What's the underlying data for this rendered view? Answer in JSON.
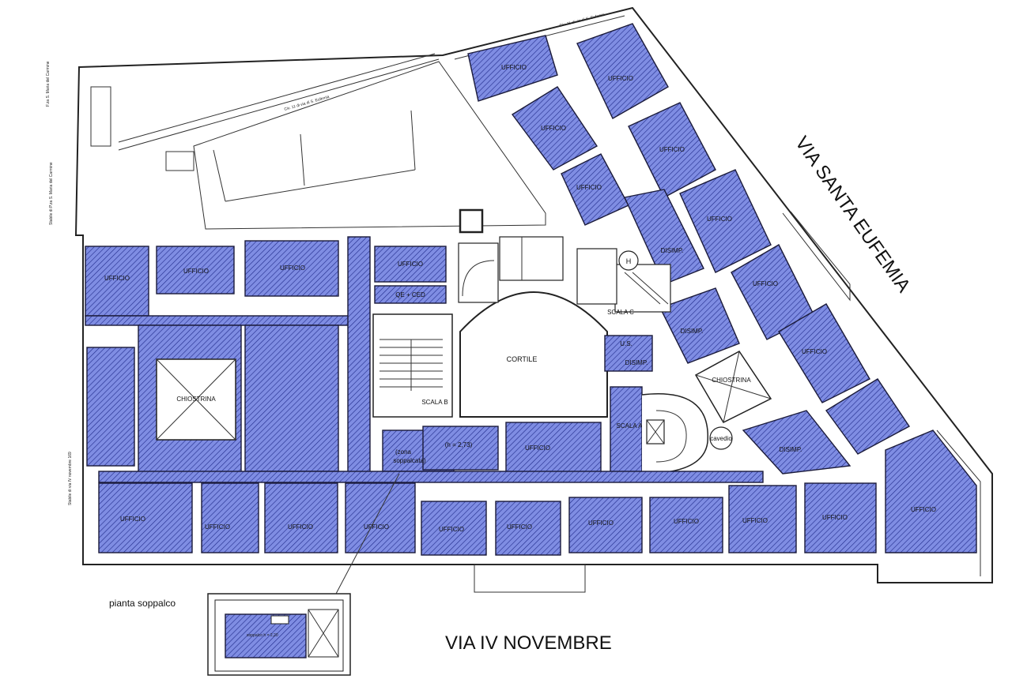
{
  "streets": {
    "east": "VIA   SANTA   EUFEMIA",
    "south": "VIA    IV    NOVEMBRE"
  },
  "boundary_notes": {
    "north_1": "Civ. 11 di via di S. Eufemia",
    "north_2": "Civ. 11 di via di S. Eufemia",
    "west_1": "Stabile di P.za S. Maria del Carmine",
    "west_2": "F.za S. Maria del Carmine",
    "southwest": "Stabile di via IV novembre 169"
  },
  "rooms": {
    "ufficio": "UFFICIO",
    "disimp": "DISIMP.",
    "chiostrina": "CHIOSTRINA",
    "cortile": "CORTILE",
    "scala_a": "SCALA A",
    "scala_b": "SCALA B",
    "scala_c": "SCALA C",
    "qe_ced": "QE + CED",
    "us": "U.S.",
    "h_height": "(h = 2,73)",
    "zona_1": "(zona",
    "zona_2": "soppalcata)",
    "cavedio": "cavedio",
    "heli": "H"
  },
  "mezzanine": {
    "title": "pianta soppalco",
    "room_label": "soppalco  h = 2,20"
  },
  "colors": {
    "hatch_fill": "#7f8de3",
    "hatch_line": "#1f2a8a",
    "wall": "#222222"
  }
}
